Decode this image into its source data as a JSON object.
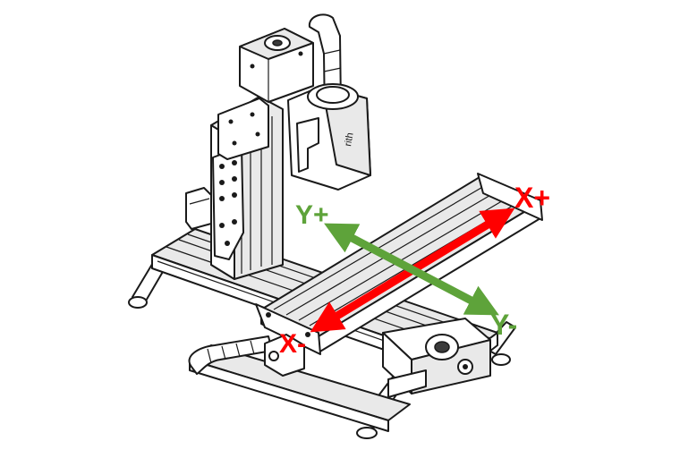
{
  "labels": {
    "x_plus": "X+",
    "x_minus": "X-",
    "y_plus": "Y+",
    "y_minus": "Y-"
  },
  "colors": {
    "x_axis": "#ff0000",
    "y_axis": "#5ea33a"
  },
  "brand_mark": "rith"
}
